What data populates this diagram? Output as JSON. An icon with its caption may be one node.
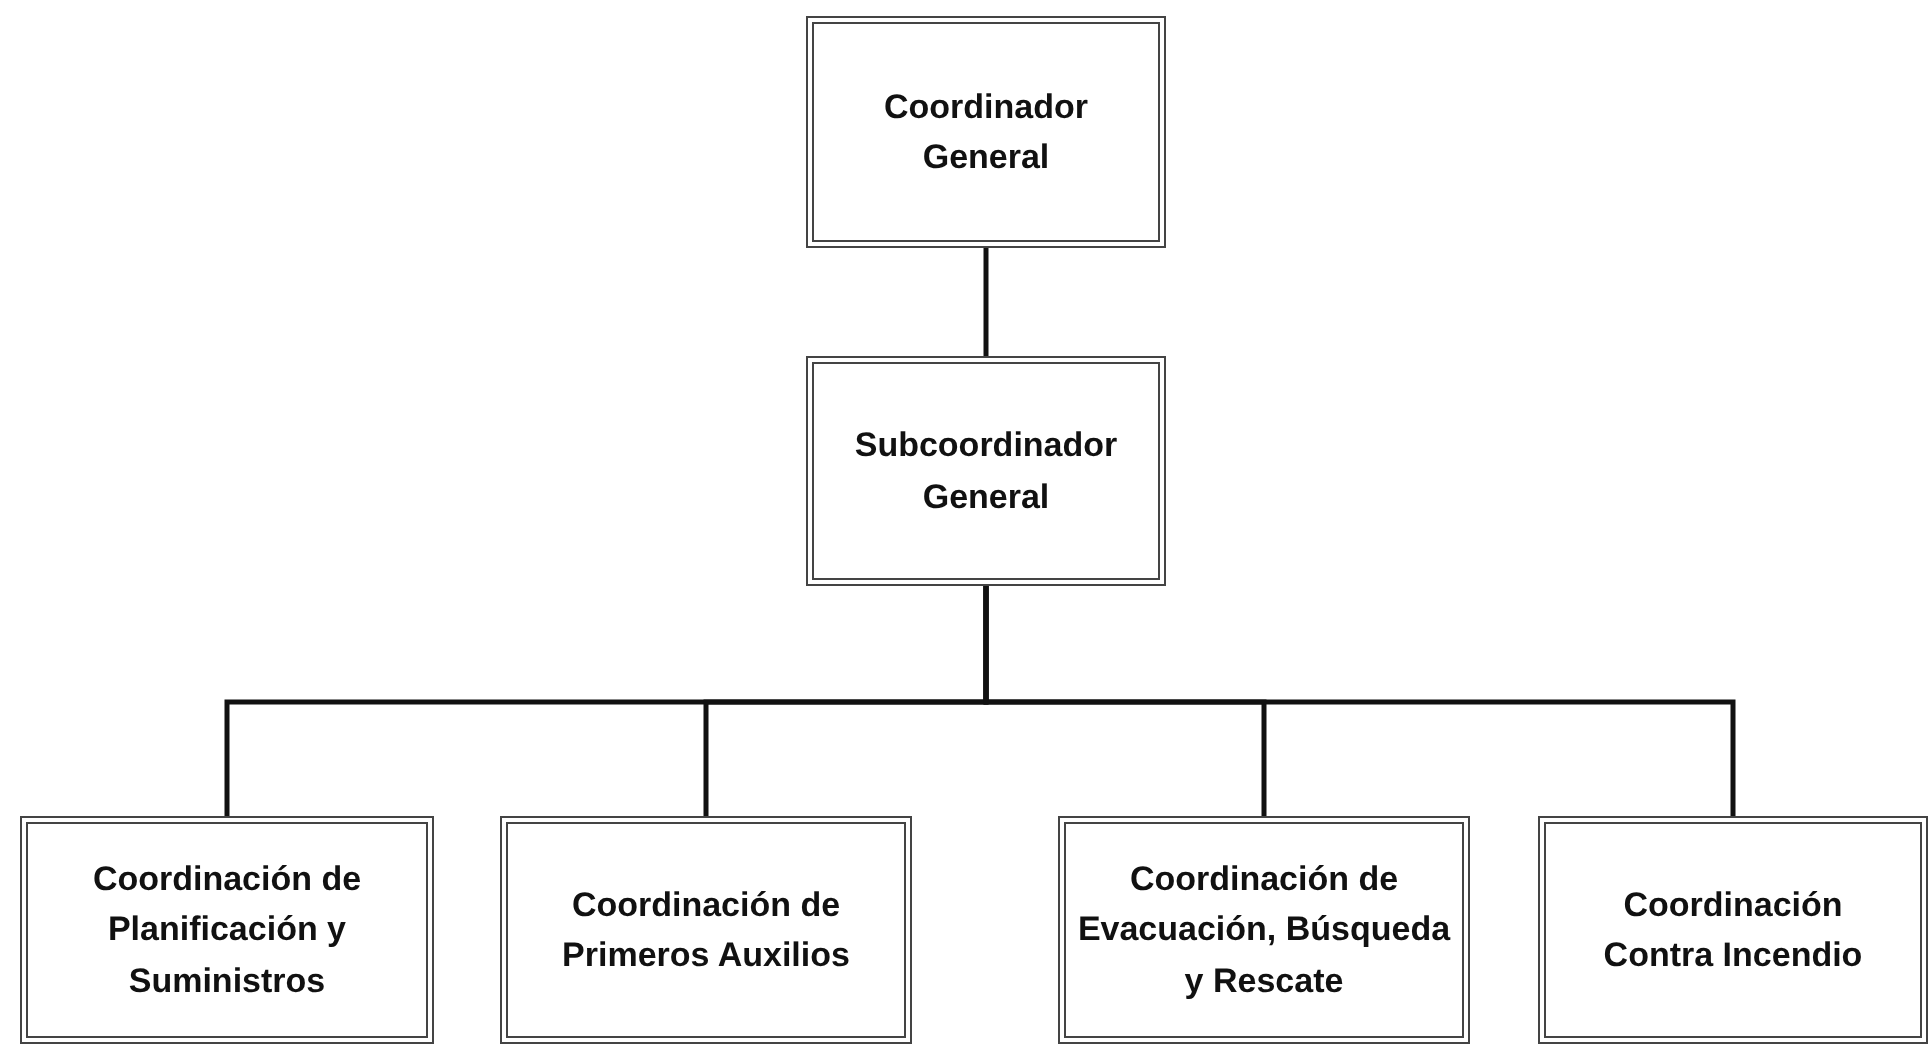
{
  "diagram": {
    "nodes": [
      {
        "text": [
          "Coordinador General"
        ]
      },
      {
        "text": [
          "Subcoordinador General"
        ]
      },
      {
        "text": [
          "Coordinación de Planificación y Suministros"
        ]
      },
      {
        "text": [
          "Coordinación de Primeros Auxilios"
        ]
      },
      {
        "text": [
          "Coordinación de Evacuación, Búsqueda y Rescate"
        ]
      },
      {
        "text": [
          "Coordinación Contra Incendio"
        ]
      }
    ],
    "edges": [
      {
        "from": 0,
        "to": 1,
        "arrow": "none"
      },
      {
        "from": 1,
        "to": 2,
        "arrow": "none"
      },
      {
        "from": 1,
        "to": 3,
        "arrow": "none"
      },
      {
        "from": 1,
        "to": 4,
        "arrow": "none"
      },
      {
        "from": 1,
        "to": 5,
        "arrow": "none"
      }
    ]
  }
}
